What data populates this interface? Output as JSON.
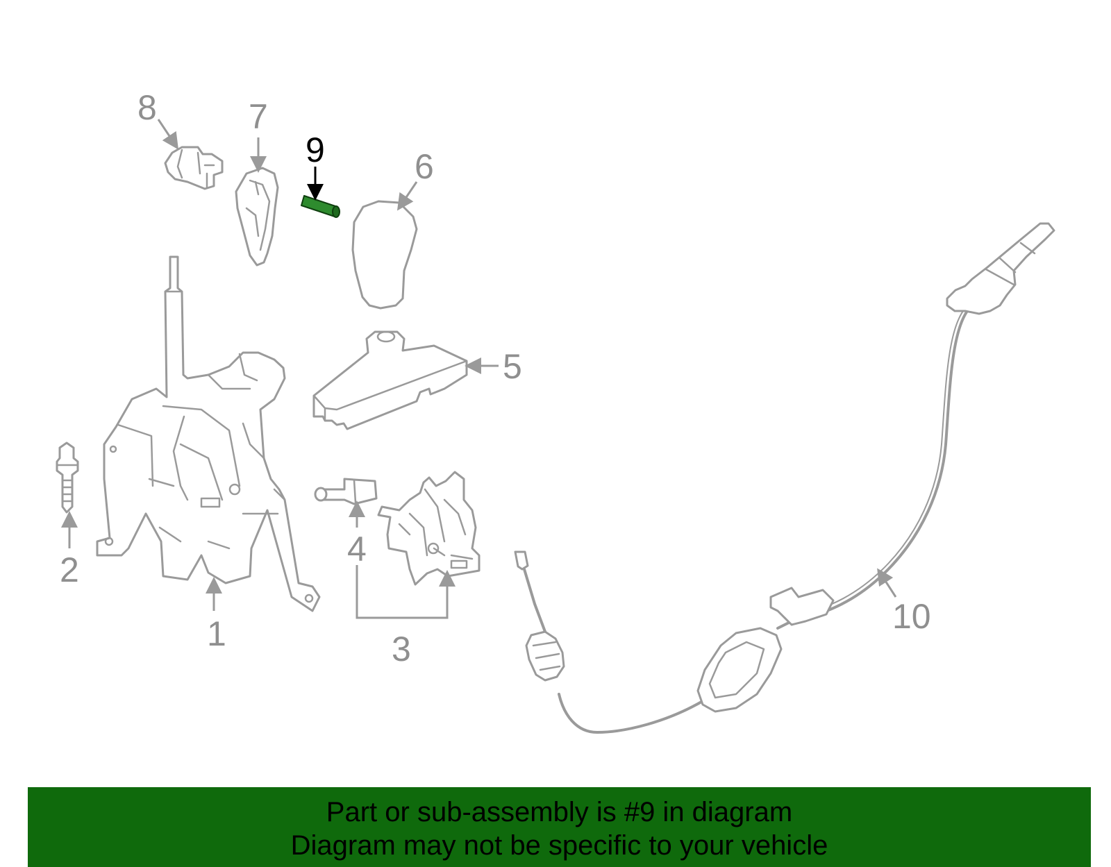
{
  "diagram": {
    "callouts": [
      {
        "id": "1",
        "label": "1"
      },
      {
        "id": "2",
        "label": "2"
      },
      {
        "id": "3",
        "label": "3"
      },
      {
        "id": "4",
        "label": "4"
      },
      {
        "id": "5",
        "label": "5"
      },
      {
        "id": "6",
        "label": "6"
      },
      {
        "id": "7",
        "label": "7"
      },
      {
        "id": "8",
        "label": "8"
      },
      {
        "id": "9",
        "label": "9"
      },
      {
        "id": "10",
        "label": "10"
      }
    ],
    "highlighted_part": "9",
    "colors": {
      "line": "#9a9a9a",
      "highlight_fill": "#2e8b2e",
      "active_label": "#000000",
      "banner": "#0f6a0c"
    }
  },
  "banner": {
    "line1": "Part or sub-assembly is #9 in diagram",
    "line2": "Diagram may not be specific to your vehicle"
  }
}
